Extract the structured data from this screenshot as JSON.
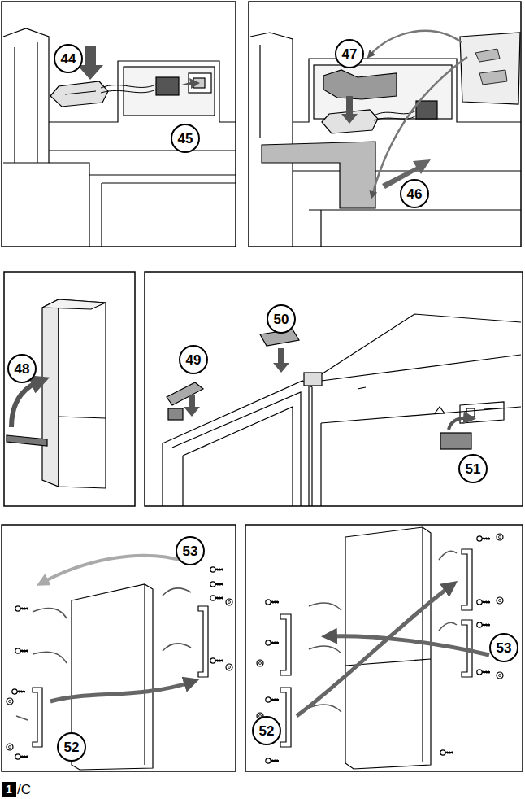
{
  "diagram": {
    "nodes": [
      {
        "text": [
          "44"
        ]
      },
      {
        "text": [
          "45"
        ]
      },
      {
        "text": [
          "47"
        ]
      },
      {
        "text": [
          "46"
        ]
      },
      {
        "text": [
          "48"
        ]
      },
      {
        "text": [
          "50"
        ]
      },
      {
        "text": [
          "49"
        ]
      },
      {
        "text": [
          "51"
        ]
      },
      {
        "text": [
          "53"
        ]
      },
      {
        "text": [
          "52"
        ]
      },
      {
        "text": [
          "53"
        ]
      },
      {
        "text": [
          "52"
        ]
      },
      {
        "text": [
          "1"
        ]
      }
    ],
    "edges": [],
    "labels": [
      "/C"
    ]
  }
}
